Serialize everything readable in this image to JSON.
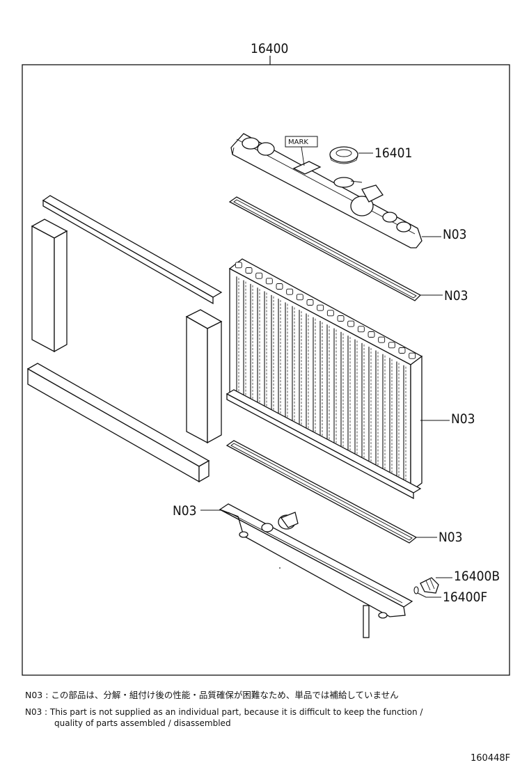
{
  "labels": {
    "assembly": "16400",
    "cap": "16401",
    "mark": "MARK",
    "n03_upper_tank": "N03",
    "n03_upper_gasket": "N03",
    "n03_core": "N03",
    "n03_lower_gasket": "N03",
    "n03_lower_tank": "N03",
    "drain_cock": "16400B",
    "drain_oring": "16400F"
  },
  "notes": {
    "jp": "N03 : この部品は、分解・組付け後の性能・品質確保が困難なため、単品では補給していません",
    "en_line1": "N03 :  This part is not supplied as an individual part, because it is difficult to keep the function /",
    "en_line2": "quality of parts assembled / disassembled"
  },
  "doc_code": "160448F"
}
